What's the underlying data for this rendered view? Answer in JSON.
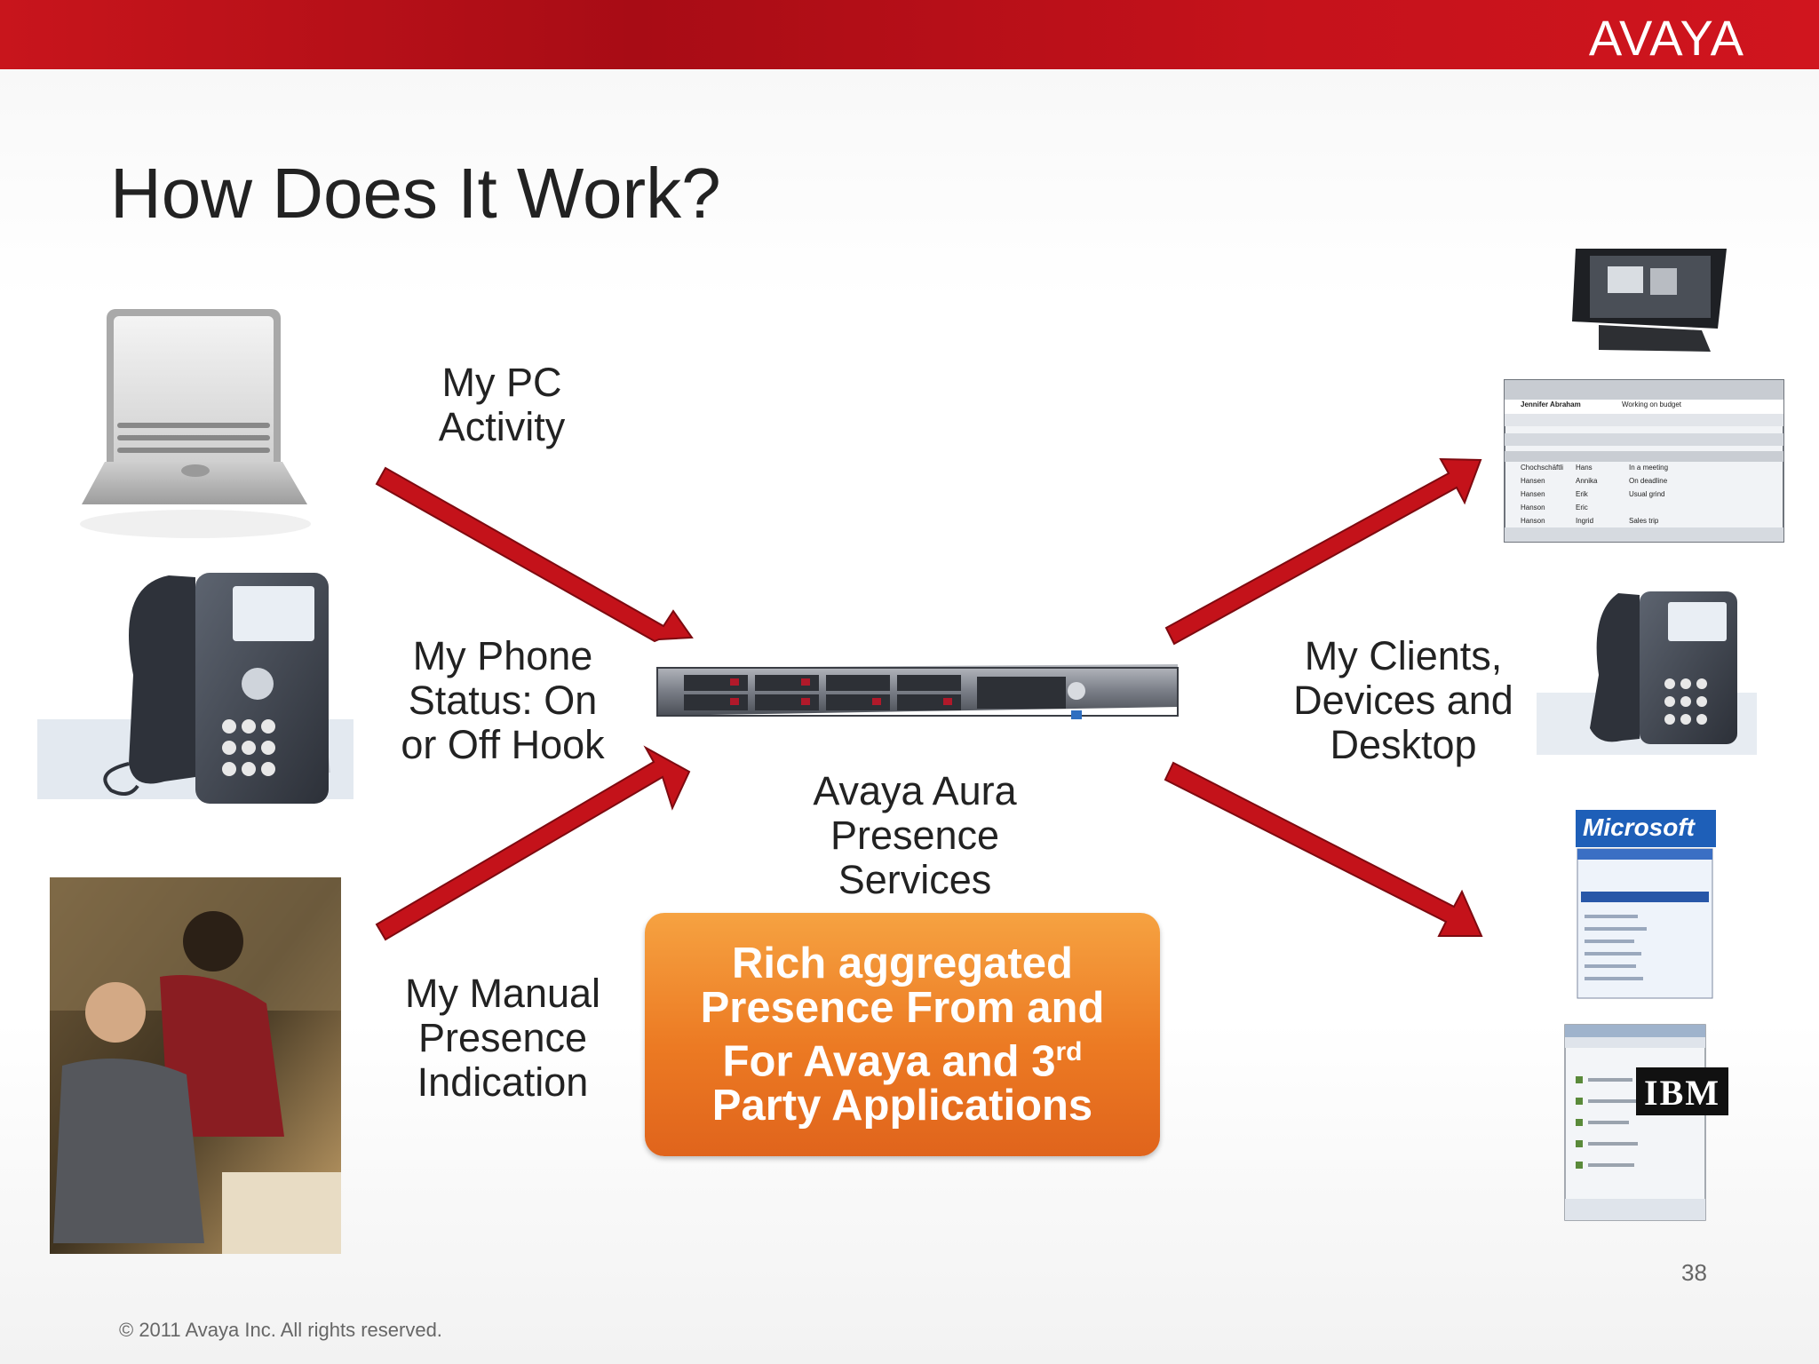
{
  "brand": {
    "logo_text": "AVAYA",
    "accent_color": "#c8151c",
    "callout_color": "#ec7a23"
  },
  "title": "How Does It Work?",
  "inputs": {
    "pc_activity": "My  PC\nActivity",
    "phone_status": "My Phone\nStatus: On\nor Off Hook",
    "manual_presence": "My Manual\nPresence\nIndication"
  },
  "hub": {
    "label": "Avaya Aura\nPresence\nServices"
  },
  "outputs": {
    "clients": "My Clients,\nDevices and\nDesktop"
  },
  "callout": {
    "line1": "Rich aggregated",
    "line2": "Presence From and",
    "line3_prefix": "For Avaya and 3",
    "line3_sup": "rd",
    "line4": "Party Applications"
  },
  "screens": {
    "microsoft_logo": "Microsoft",
    "ibm_logo": "IBM",
    "onex_contact_name": "Jennifer Abraham",
    "onex_status": "Working on budget",
    "onex_rows": [
      {
        "last": "Chochschäftli",
        "first": "Hans",
        "note": "In a meeting"
      },
      {
        "last": "Hansen",
        "first": "Annika",
        "note": "On deadline"
      },
      {
        "last": "Hansen",
        "first": "Erik",
        "note": "Usual grind"
      },
      {
        "last": "Hanson",
        "first": "Eric",
        "note": ""
      },
      {
        "last": "Hanson",
        "first": "Ingrid",
        "note": "Sales trip"
      }
    ]
  },
  "footer": "© 2011 Avaya Inc. All rights reserved.",
  "page_number": "38"
}
